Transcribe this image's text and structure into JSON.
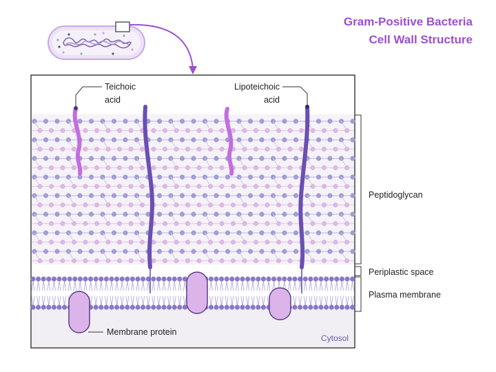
{
  "title": {
    "line1": "Gram-Positive Bacteria",
    "line2": "Cell Wall Structure"
  },
  "labels": {
    "teichoic_1": "Teichoic",
    "teichoic_2": "acid",
    "lipoteichoic_1": "Lipoteichoic",
    "lipoteichoic_2": "acid",
    "peptidoglycan": "Peptidoglycan",
    "periplastic": "Periplastic space",
    "plasma_membrane": "Plasma membrane",
    "membrane_protein": "Membrane protein",
    "cytosol": "Cytosol"
  },
  "colors": {
    "title": "#9b4fd0",
    "teichoic": "#c16ee0",
    "lipoteichoic": "#6a4fb3",
    "bead_dark": "#a49cd4",
    "bead_pink": "#dcb8e2",
    "membrane": "#8a78c6",
    "protein_fill": "#dcb4ea",
    "protein_stroke": "#5a3f8a",
    "cytosol_bg": "#f1eef4"
  }
}
